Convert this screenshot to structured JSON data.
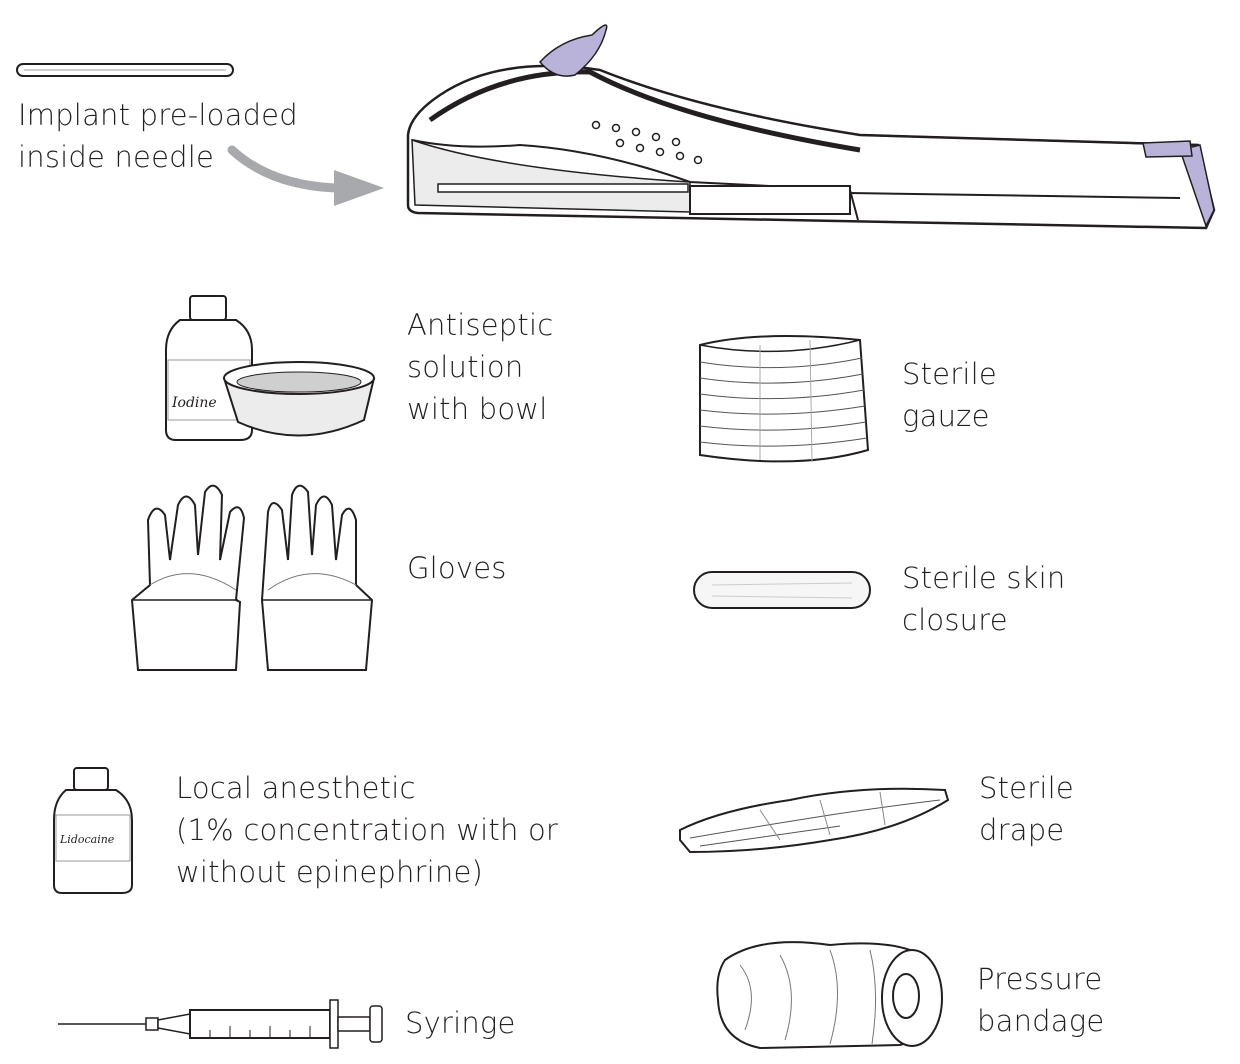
{
  "implant": {
    "lines": [
      "Implant pre-loaded",
      "inside needle"
    ]
  },
  "antiseptic": {
    "lines": [
      "Antiseptic",
      "solution",
      "with bowl"
    ],
    "bottle_label": "Iodine"
  },
  "gauze": {
    "lines": [
      "Sterile",
      "gauze"
    ]
  },
  "gloves": {
    "lines": [
      "Gloves"
    ]
  },
  "skin_closure": {
    "lines": [
      "Sterile skin",
      "closure"
    ]
  },
  "anesthetic": {
    "lines": [
      "Local anesthetic",
      "(1% concentration with or",
      "without epinephrine)"
    ],
    "bottle_label": "Lidocaine"
  },
  "drape": {
    "lines": [
      "Sterile",
      "drape"
    ]
  },
  "syringe": {
    "lines": [
      "Syringe"
    ]
  },
  "bandage": {
    "lines": [
      "Pressure",
      "bandage"
    ]
  },
  "colors": {
    "accent_lavender": "#b9b3da",
    "arrow_gray": "#a7a9ac",
    "ink": "#231f20"
  }
}
